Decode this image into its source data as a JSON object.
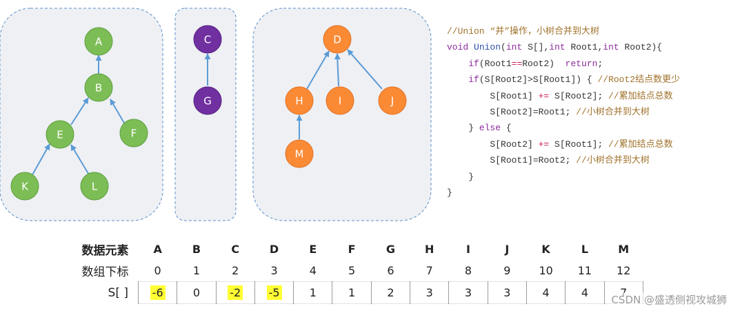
{
  "nodes": {
    "A": "A",
    "B": "B",
    "C": "C",
    "D": "D",
    "E": "E",
    "F": "F",
    "G": "G",
    "H": "H",
    "I": "I",
    "J": "J",
    "K": "K",
    "L": "L",
    "M": "M"
  },
  "colors": {
    "green": "#7dbd55",
    "purple": "#7030a0",
    "orange": "#fb8a35",
    "edge": "#5b9bd5",
    "panel_fill": "#eef0f4",
    "panel_border": "#5b8fc9",
    "highlight": "#ffff33"
  },
  "code": {
    "lines": [
      [
        {
          "t": "//Union “并”操作，小树合并到大树",
          "c": "cm"
        }
      ],
      [
        {
          "t": "void",
          "c": "kw"
        },
        {
          "t": " "
        },
        {
          "t": "Union",
          "c": "fn"
        },
        {
          "t": "("
        },
        {
          "t": "int",
          "c": "kw"
        },
        {
          "t": " S[],"
        },
        {
          "t": "int",
          "c": "kw"
        },
        {
          "t": " Root1,"
        },
        {
          "t": "int",
          "c": "kw"
        },
        {
          "t": " Root2){"
        }
      ],
      [
        {
          "t": "    "
        },
        {
          "t": "if",
          "c": "kw"
        },
        {
          "t": "(Root1"
        },
        {
          "t": "==",
          "c": "op"
        },
        {
          "t": "Root2)  "
        },
        {
          "t": "return",
          "c": "kw"
        },
        {
          "t": ";"
        }
      ],
      [
        {
          "t": "    "
        },
        {
          "t": "if",
          "c": "kw"
        },
        {
          "t": "(S[Root2]>S[Root1]) { "
        },
        {
          "t": "//Root2结点数更少",
          "c": "cm"
        }
      ],
      [
        {
          "t": "        S[Root1] "
        },
        {
          "t": "+=",
          "c": "op"
        },
        {
          "t": " S[Root2]; "
        },
        {
          "t": "//累加结点总数",
          "c": "cm"
        }
      ],
      [
        {
          "t": "        S[Root2]=Root1; "
        },
        {
          "t": "//小树合并到大树",
          "c": "cm"
        }
      ],
      [
        {
          "t": "    } "
        },
        {
          "t": "else",
          "c": "kw"
        },
        {
          "t": " {"
        }
      ],
      [
        {
          "t": "        S[Root2] "
        },
        {
          "t": "+=",
          "c": "op"
        },
        {
          "t": " S[Root1]; "
        },
        {
          "t": "//累加结点总数",
          "c": "cm"
        }
      ],
      [
        {
          "t": "        S[Root1]=Root2; "
        },
        {
          "t": "//小树合并到大树",
          "c": "cm"
        }
      ],
      [
        {
          "t": "    }"
        }
      ],
      [
        {
          "t": "}"
        }
      ]
    ]
  },
  "table": {
    "row_labels": [
      "数据元素",
      "数组下标",
      "S[ ]"
    ],
    "elements": [
      "A",
      "B",
      "C",
      "D",
      "E",
      "F",
      "G",
      "H",
      "I",
      "J",
      "K",
      "L",
      "M"
    ],
    "indices": [
      "0",
      "1",
      "2",
      "3",
      "4",
      "5",
      "6",
      "7",
      "8",
      "9",
      "10",
      "11",
      "12"
    ],
    "values": [
      "-6",
      "0",
      "-2",
      "-5",
      "1",
      "1",
      "2",
      "3",
      "3",
      "3",
      "4",
      "4",
      "7"
    ],
    "highlighted": [
      true,
      false,
      true,
      true,
      false,
      false,
      false,
      false,
      false,
      false,
      false,
      false,
      false
    ]
  },
  "watermark": "CSDN @盛透侧视攻城狮"
}
